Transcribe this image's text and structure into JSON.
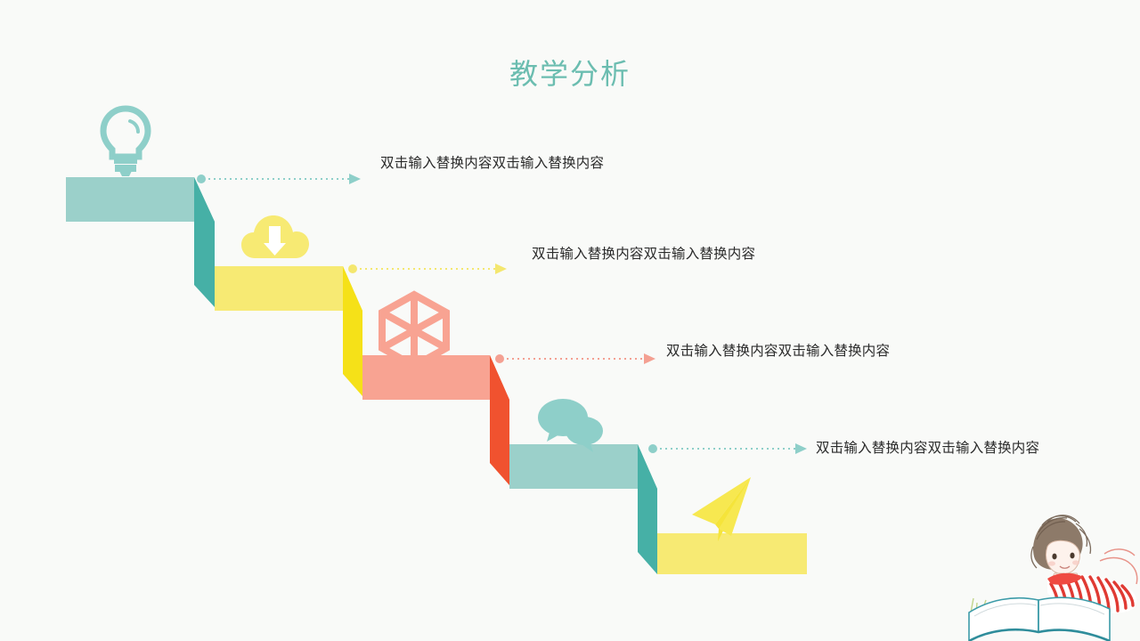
{
  "slide": {
    "title": "教学分析",
    "title_color": "#6bbdb0",
    "background_color": "#f9faf8"
  },
  "steps": [
    {
      "index": 1,
      "icon": "lightbulb-icon",
      "icon_color": "#8ecfc9",
      "top_color": "#9bd0ca",
      "side_color": "#46b0a6",
      "connector_color": "#8ecfc9",
      "text": "双击输入替换内容双击输入替换内容"
    },
    {
      "index": 2,
      "icon": "cloud-download-icon",
      "icon_color": "#f7ea73",
      "top_color": "#f7ea73",
      "side_color": "#f5e118",
      "connector_color": "#f4e76f",
      "text": "双击输入替换内容双击输入替换内容"
    },
    {
      "index": 3,
      "icon": "cube-outline-icon",
      "icon_color": "#f8a392",
      "top_color": "#f8a392",
      "side_color": "#f0522f",
      "connector_color": "#f4a092",
      "text": "双击输入替换内容双击输入替换内容"
    },
    {
      "index": 4,
      "icon": "speech-bubbles-icon",
      "icon_color": "#8ecfc9",
      "top_color": "#9bd0ca",
      "side_color": "#46b0a6",
      "connector_color": "#8ecfc9",
      "text": "双击输入替换内容双击输入替换内容"
    },
    {
      "index": 5,
      "icon": "paper-plane-icon",
      "icon_color": "#f7e850",
      "top_color": "#f7ea73",
      "side_color": "#f7ea73",
      "connector_color": "",
      "text": ""
    }
  ],
  "decoration": {
    "girl_illustration": "girl-reading-book-illustration"
  }
}
